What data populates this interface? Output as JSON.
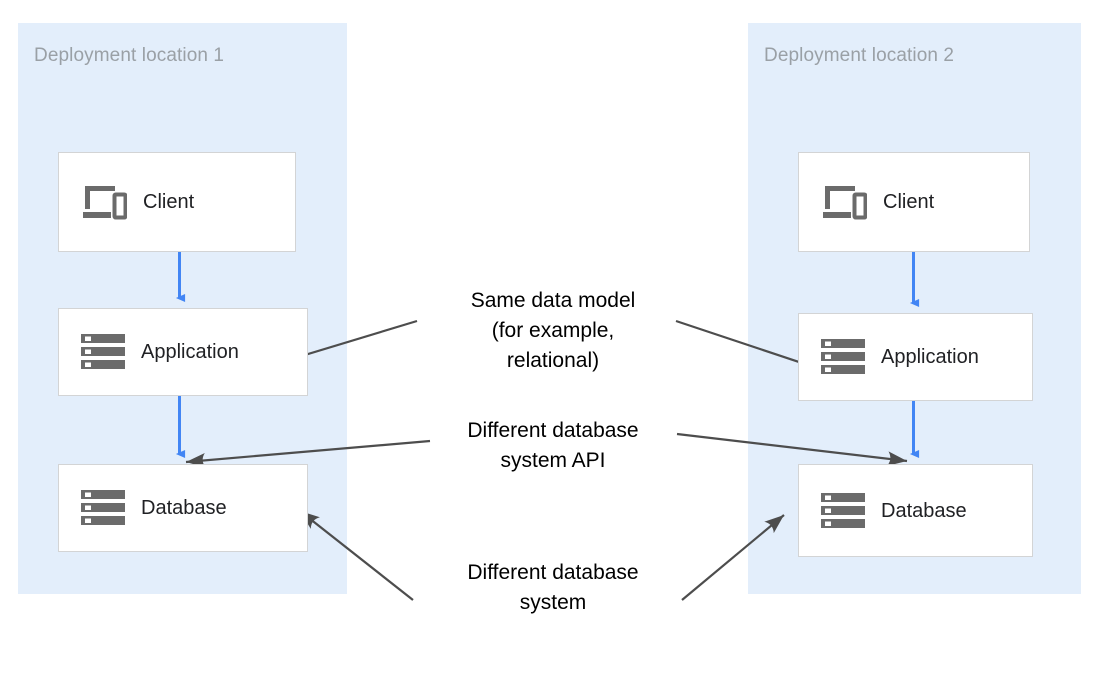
{
  "diagram": {
    "title": "Two deployment locations with same data model but different database systems",
    "background": "#ffffff",
    "panel_color": "#e3eefb",
    "flow_arrow_color": "#4285f4",
    "annotation_arrow_color": "#4d4d4d",
    "node_border_color": "#d3d4d5",
    "node_fill": "#ffffff",
    "panel_title_color": "#9aa0a6",
    "label_color": "#202124",
    "icon_color": "#6b6b6b"
  },
  "panels": [
    {
      "id": "location-1",
      "title": "Deployment location 1"
    },
    {
      "id": "location-2",
      "title": "Deployment location 2"
    }
  ],
  "nodes": {
    "left": [
      {
        "id": "client-1",
        "label": "Client",
        "icon": "devices-icon"
      },
      {
        "id": "app-1",
        "label": "Application",
        "icon": "server-stack-icon"
      },
      {
        "id": "database-1",
        "label": "Database",
        "icon": "server-stack-icon"
      }
    ],
    "right": [
      {
        "id": "client-2",
        "label": "Client",
        "icon": "devices-icon"
      },
      {
        "id": "app-2",
        "label": "Application",
        "icon": "server-stack-icon"
      },
      {
        "id": "database-2",
        "label": "Database",
        "icon": "server-stack-icon"
      }
    ]
  },
  "annotations": [
    {
      "id": "same-data-model",
      "lines": [
        "Same data model",
        "(for example,",
        "relational)"
      ],
      "text": "Same data model\n(for example,\nrelational)",
      "points_to": [
        "app-1",
        "app-2"
      ]
    },
    {
      "id": "different-database-system-api",
      "lines": [
        "Different database",
        "system API"
      ],
      "text": "Different database\nsystem API",
      "points_to": [
        "database-1",
        "database-2"
      ]
    },
    {
      "id": "different-database-system",
      "lines": [
        "Different database",
        "system"
      ],
      "text": "Different database\nsystem",
      "points_to": [
        "database-1",
        "database-2"
      ]
    }
  ],
  "flows": [
    {
      "from": "client-1",
      "to": "app-1",
      "direction": "down"
    },
    {
      "from": "app-1",
      "to": "database-1",
      "direction": "down"
    },
    {
      "from": "client-2",
      "to": "app-2",
      "direction": "down"
    },
    {
      "from": "app-2",
      "to": "database-2",
      "direction": "down"
    }
  ]
}
